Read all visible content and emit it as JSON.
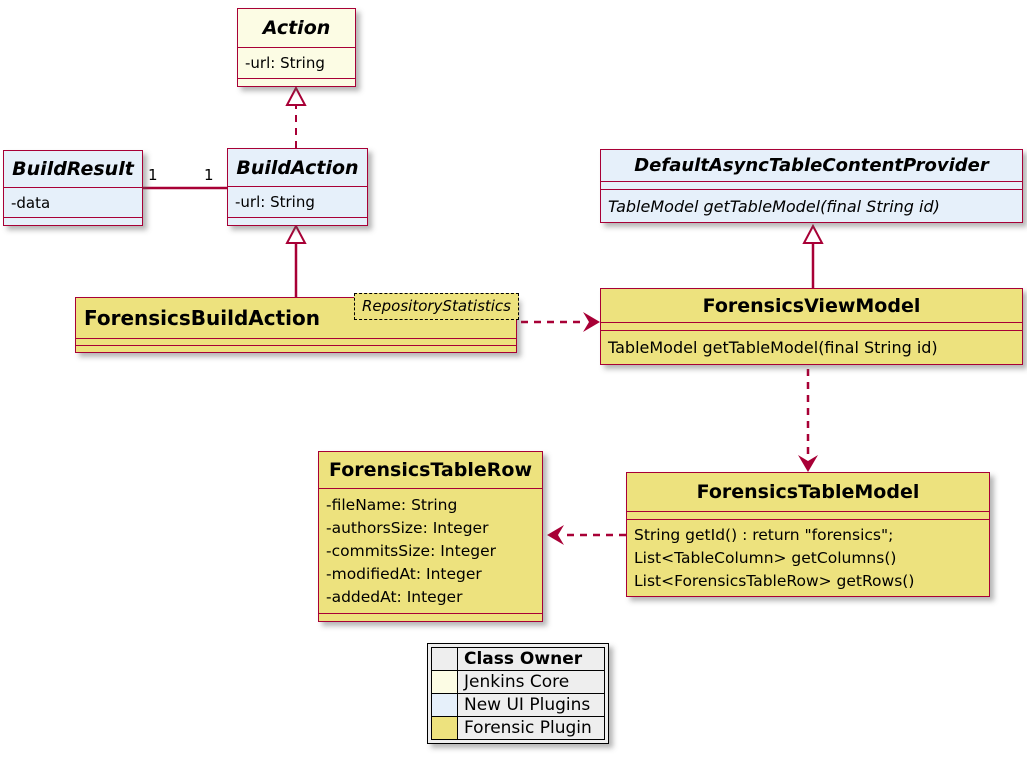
{
  "colors": {
    "line": "#A80036",
    "jenkins_core_bg": "#FCFCE4",
    "new_ui_plugins_bg": "#E6F0FA",
    "forensic_plugin_bg": "#EDE27E"
  },
  "classes": {
    "action": {
      "name": "Action",
      "attributes": [
        "-url: String"
      ]
    },
    "buildResult": {
      "name": "BuildResult",
      "attributes": [
        "-data"
      ]
    },
    "buildAction": {
      "name": "BuildAction",
      "attributes": [
        "-url: String"
      ]
    },
    "forensicsBuildAction": {
      "name": "ForensicsBuildAction",
      "tag": "RepositoryStatistics"
    },
    "defaultAsyncTableContentProvider": {
      "name": "DefaultAsyncTableContentProvider",
      "methods": [
        "TableModel getTableModel(final String id)"
      ]
    },
    "forensicsViewModel": {
      "name": "ForensicsViewModel",
      "methods": [
        "TableModel getTableModel(final String id)"
      ]
    },
    "forensicsTableRow": {
      "name": "ForensicsTableRow",
      "attributes": [
        "-fileName: String",
        "-authorsSize: Integer",
        "-commitsSize: Integer",
        "-modifiedAt: Integer",
        "-addedAt: Integer"
      ]
    },
    "forensicsTableModel": {
      "name": "ForensicsTableModel",
      "methods": [
        "String getId() : return \"forensics\";",
        "List<TableColumn> getColumns()",
        "List<ForensicsTableRow> getRows()"
      ]
    }
  },
  "association": {
    "left_multiplicity": "1",
    "right_multiplicity": "1"
  },
  "legend": {
    "header": "Class Owner",
    "rows": [
      {
        "label": "Jenkins Core",
        "color": "#FCFCE4"
      },
      {
        "label": "New UI Plugins",
        "color": "#E6F0FA"
      },
      {
        "label": "Forensic Plugin",
        "color": "#EDE27E"
      }
    ]
  }
}
